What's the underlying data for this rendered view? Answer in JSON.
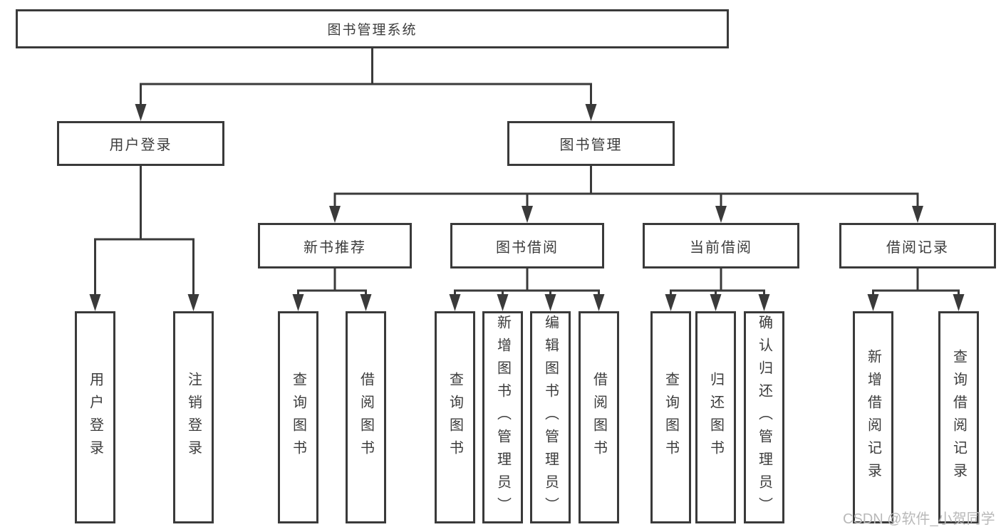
{
  "colors": {
    "line": "#3a3a3a",
    "text": "#3c3c3c",
    "box_bg": "#ffffff",
    "background": "#ffffff",
    "watermark": "#b9b9b9"
  },
  "root": {
    "label": "图书管理系统"
  },
  "branches": [
    {
      "label": "用户登录",
      "leaves": [
        "用户登录",
        "注销登录"
      ]
    },
    {
      "label": "图书管理",
      "children": [
        {
          "label": "新书推荐",
          "leaves": [
            "查询图书",
            "借阅图书"
          ]
        },
        {
          "label": "图书借阅",
          "leaves": [
            "查询图书",
            "新增图书（管理员）",
            "编辑图书（管理员）",
            "借阅图书"
          ]
        },
        {
          "label": "当前借阅",
          "leaves": [
            "查询图书",
            "归还图书",
            "确认归还（管理员）"
          ]
        },
        {
          "label": "借阅记录",
          "leaves": [
            "新增借阅记录",
            "查询借阅记录"
          ]
        }
      ]
    }
  ],
  "watermark": "CSDN @软件_小贺同学"
}
